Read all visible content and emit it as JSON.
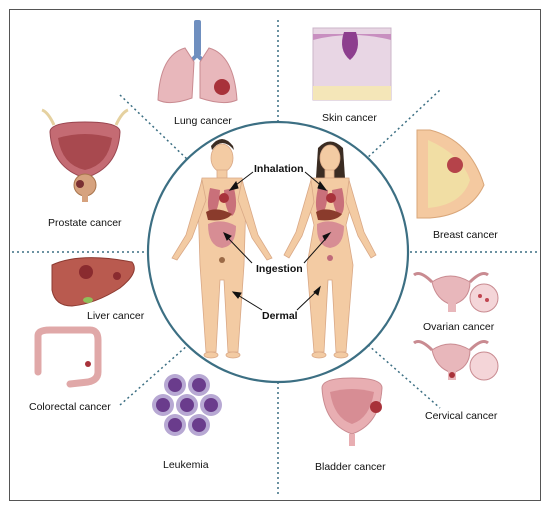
{
  "center": {
    "routes": [
      "Inhalation",
      "Ingestion",
      "Dermal"
    ]
  },
  "cancers": {
    "lung": "Lung cancer",
    "skin": "Skin cancer",
    "prostate": "Prostate cancer",
    "breast": "Breast cancer",
    "liver": "Liver cancer",
    "ovarian": "Ovarian cancer",
    "colorectal": "Colorectal cancer",
    "cervical": "Cervical cancer",
    "leukemia": "Leukemia",
    "bladder": "Bladder cancer"
  },
  "colors": {
    "circle_border": "#3c6f83",
    "circle_fill": "#ffffff",
    "skin": "#f3cba3",
    "organ_red": "#b5434a",
    "divider": "#3c6f83",
    "frame": "#555555"
  }
}
